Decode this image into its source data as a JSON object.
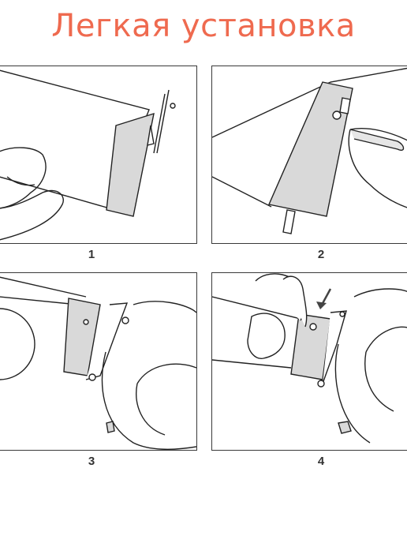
{
  "title": "Легкая установка",
  "steps": [
    {
      "number": "1"
    },
    {
      "number": "2"
    },
    {
      "number": "3"
    },
    {
      "number": "4"
    }
  ],
  "colors": {
    "title": "#ef6a4f",
    "band": "#d9d9d9",
    "line": "#222222"
  }
}
